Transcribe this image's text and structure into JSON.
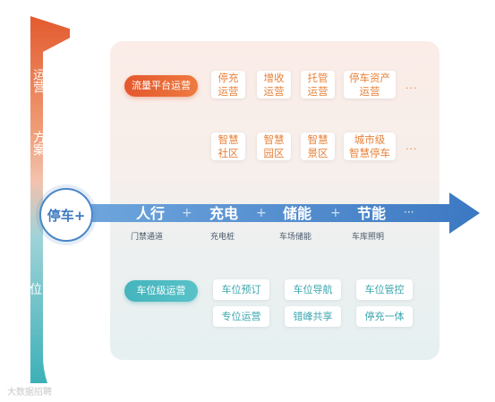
{
  "vertical_axis": {
    "top_label_1": "运营",
    "top_label_2": "方案",
    "bottom_label": "位"
  },
  "center": {
    "label": "停车+"
  },
  "top_section": {
    "pill": "流量平台运营",
    "row1": [
      "停充\n运营",
      "增收\n运营",
      "托管\n运营",
      "停车资产\n运营"
    ],
    "row2": [
      "智慧\n社区",
      "智慧\n园区",
      "智慧\n景区",
      "城市级\n智慧停车"
    ],
    "more": "···"
  },
  "horizontal_axis": {
    "items": [
      "人行",
      "充电",
      "储能",
      "节能"
    ],
    "subs": [
      "门禁通道",
      "充电桩",
      "车场储能",
      "车库照明"
    ],
    "plus": "+",
    "more": "···"
  },
  "bottom_section": {
    "pill": "车位级运营",
    "row1": [
      "车位预订",
      "车位导航",
      "车位管控"
    ],
    "row2": [
      "专位运营",
      "错峰共享",
      "停充一体"
    ]
  },
  "watermark": "大数据招聘",
  "colors": {
    "orange": "#e8823a",
    "teal": "#3aa6ae",
    "blue": "#3f79c0"
  }
}
